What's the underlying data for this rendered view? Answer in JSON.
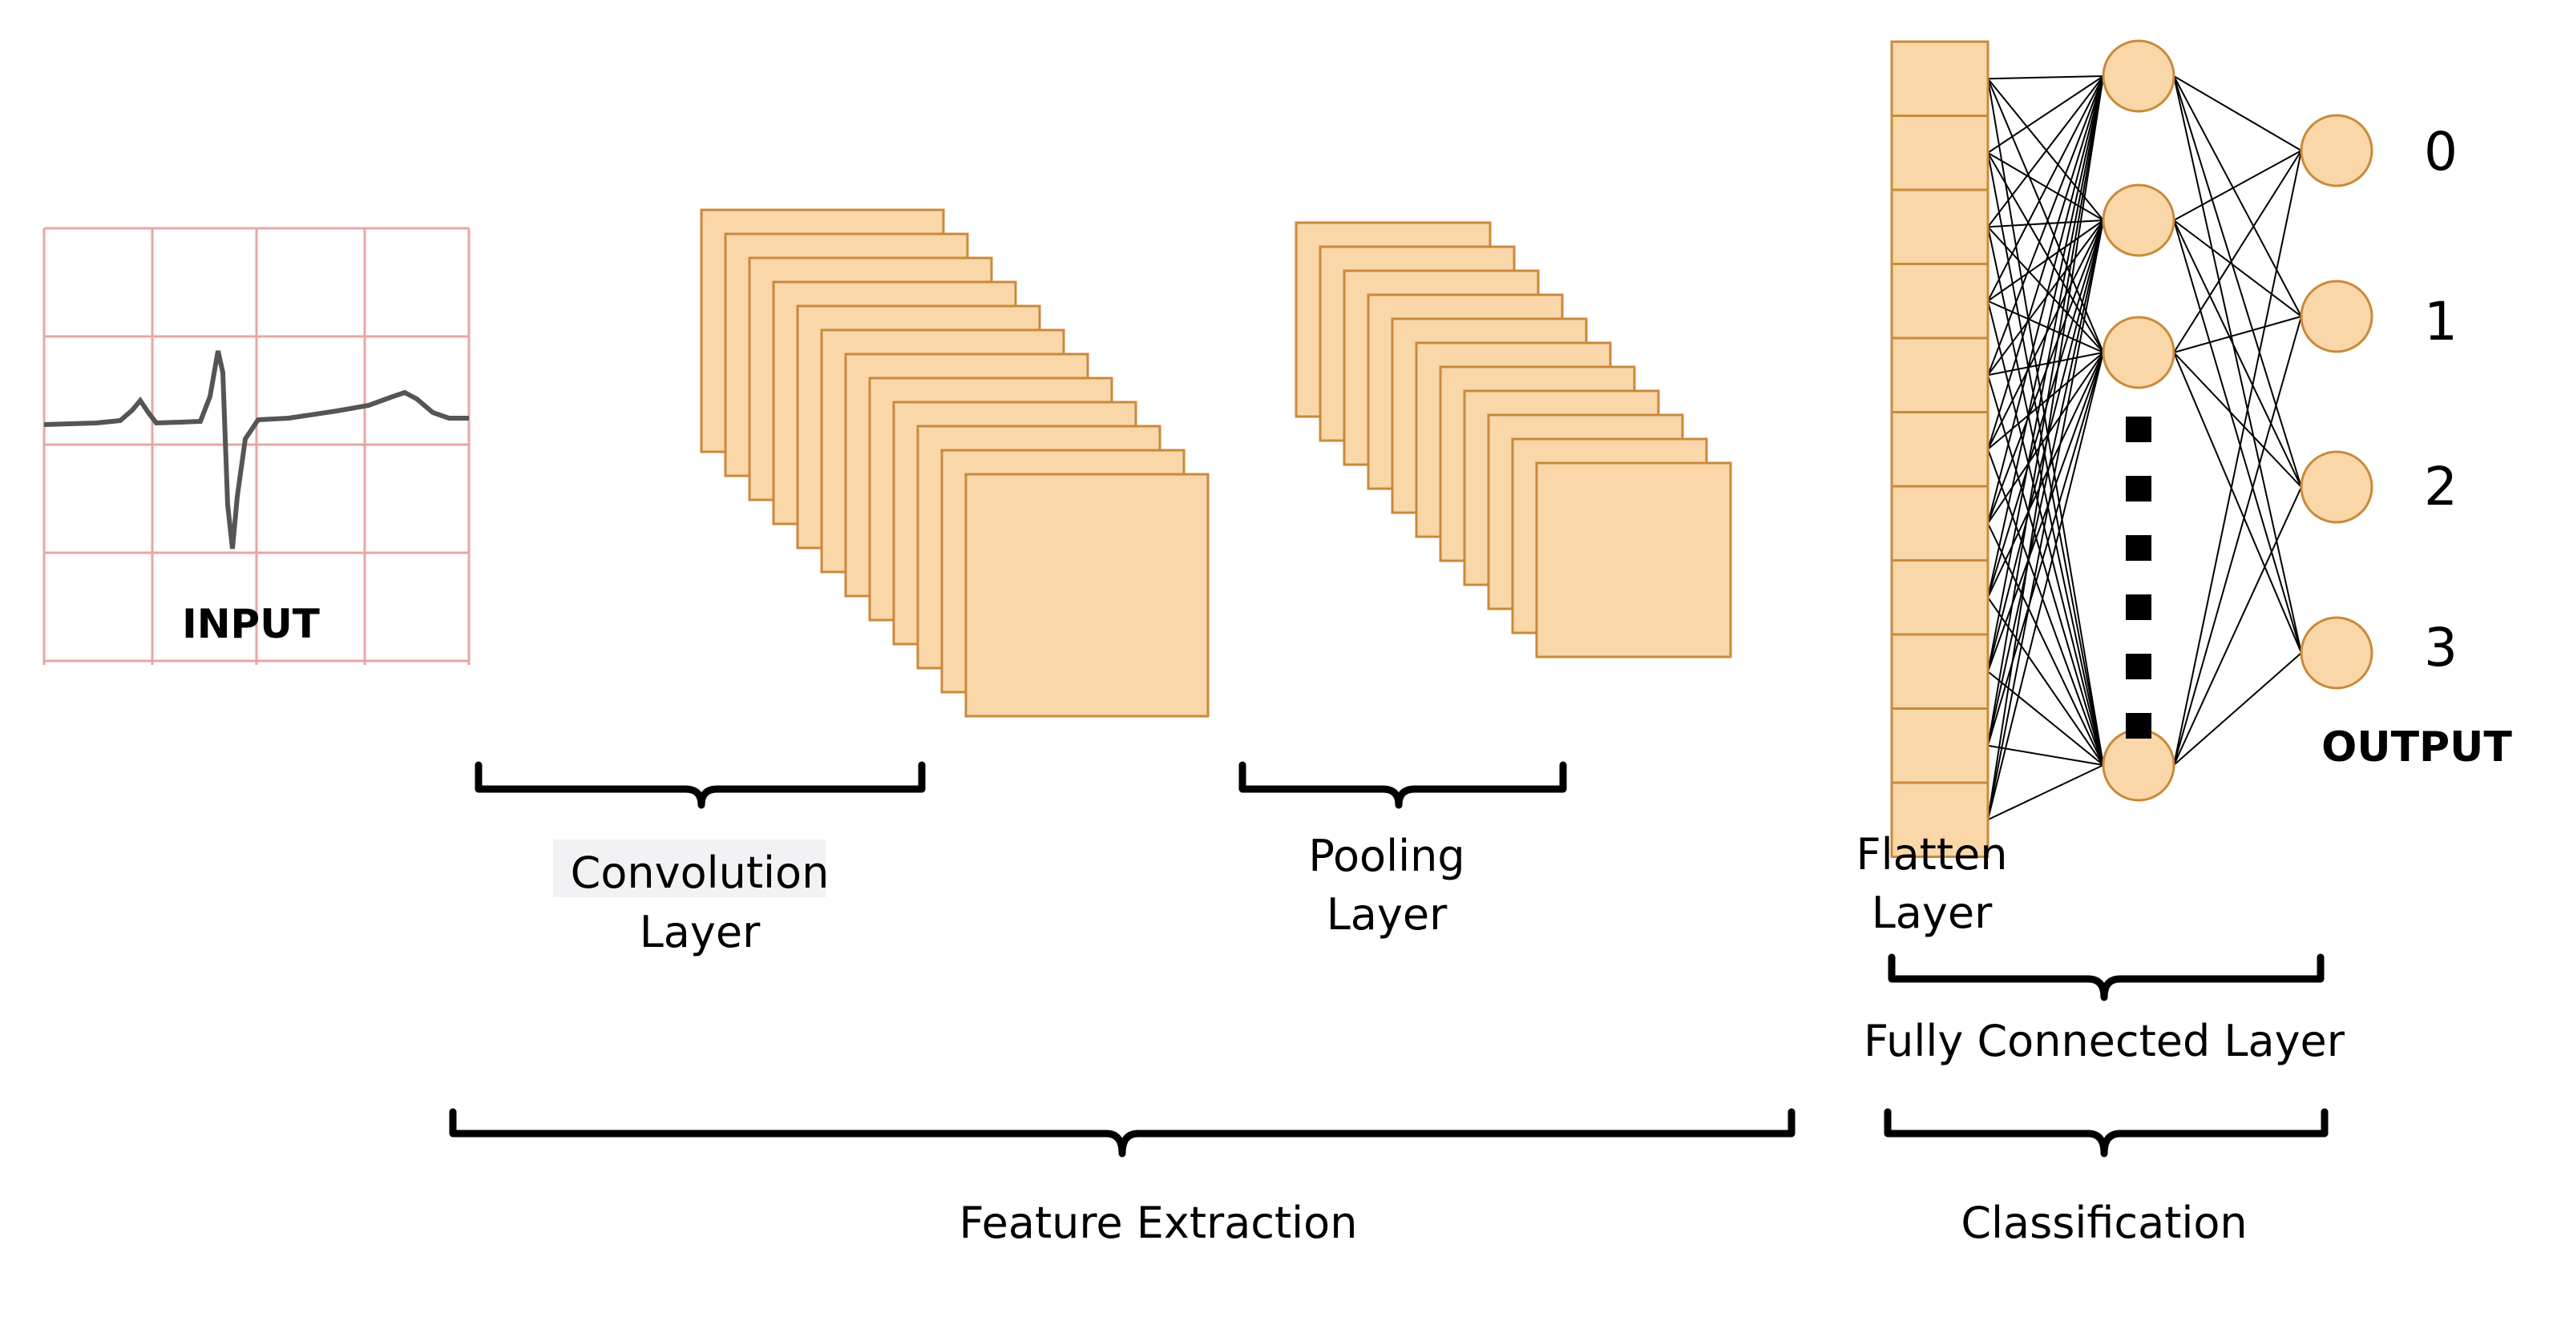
{
  "labels": {
    "input": "INPUT",
    "convolution_line1": "Convolution",
    "convolution_line2": "Layer",
    "pooling_line1": "Pooling",
    "pooling_line2": "Layer",
    "flatten_line1": "Flatten",
    "flatten_line2": "Layer",
    "output": "OUTPUT",
    "fully_connected": "Fully Connected Layer",
    "feature_extraction": "Feature Extraction",
    "classification": "Classification"
  },
  "output_classes": [
    "0",
    "1",
    "2",
    "3"
  ],
  "structure": {
    "convolution_maps": 12,
    "pooling_maps": 11,
    "flatten_cells": 11,
    "hidden_nodes": 4,
    "hidden_gap_dots": 6,
    "output_nodes": 4
  },
  "colors": {
    "fill": "#F9D7A9",
    "stroke": "#C98A3A",
    "grid": "#E8A6A6",
    "signal": "#555555",
    "ink": "#000000"
  }
}
